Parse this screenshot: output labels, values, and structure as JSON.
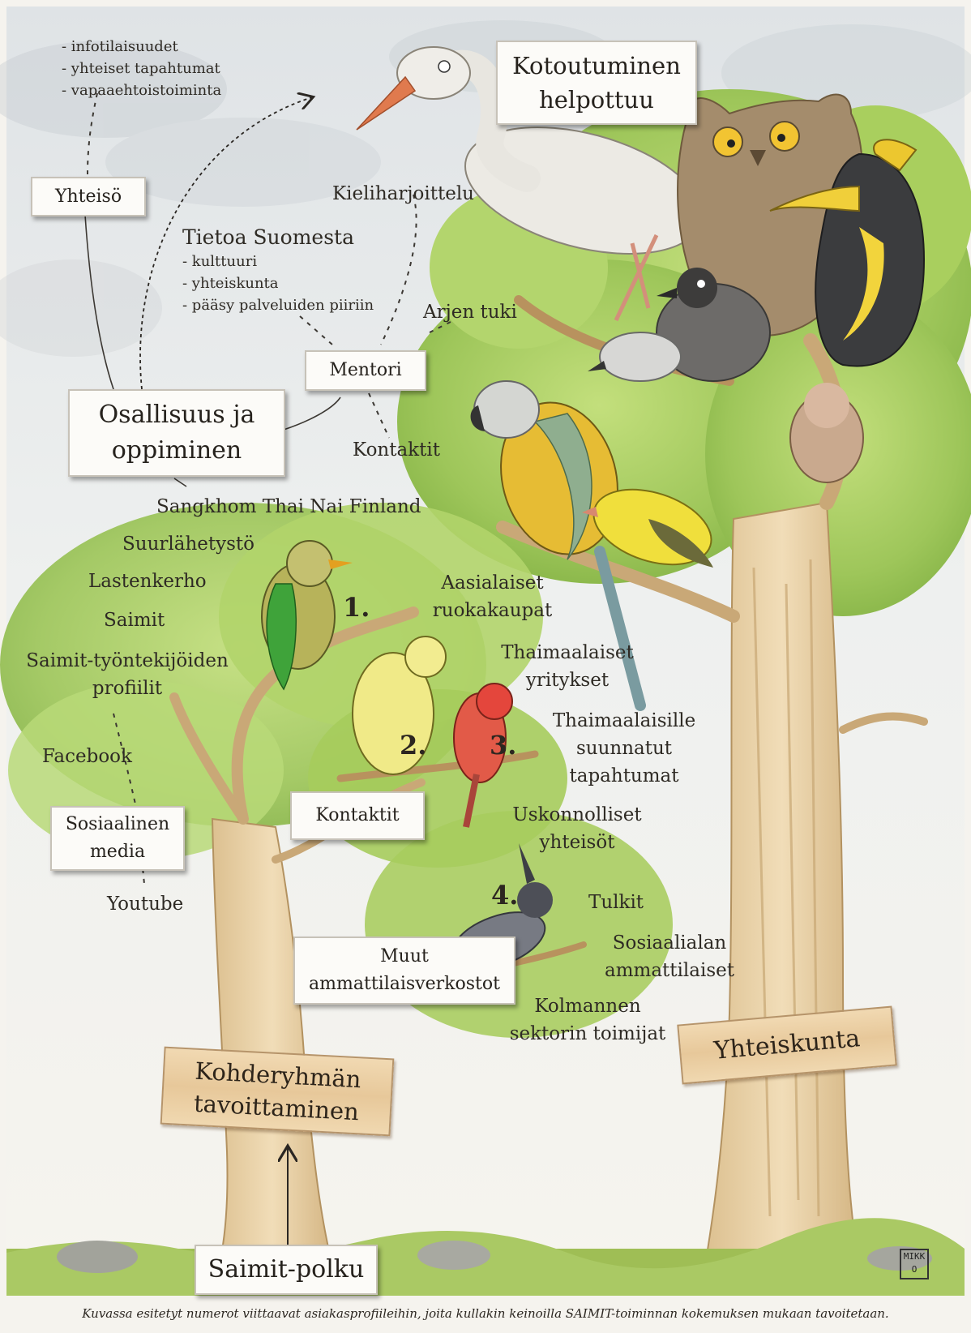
{
  "title_card": {
    "line1": "Kotoutuminen",
    "line2": "helpottuu"
  },
  "participation_card": {
    "line1": "Osallisuus ja",
    "line2": "oppiminen"
  },
  "community_card": "Yhteisö",
  "community_items": [
    "- infotilaisuudet",
    "- yhteiset tapahtumat",
    "- vapaaehtoistoiminta"
  ],
  "language_practice": "Kieliharjoittelu",
  "finland_info": {
    "heading": "Tietoa Suomesta",
    "items": [
      "- kulttuuri",
      "- yhteiskunta",
      "- pääsy palveluiden piiriin"
    ]
  },
  "everyday_support": "Arjen tuki",
  "mentor_card": "Mentori",
  "contacts_upper": "Kontaktit",
  "left_branch_items": [
    "Sangkhom Thai Nai Finland",
    "Suurlähetystö",
    "Lastenkerho",
    "Saimit"
  ],
  "profiles": {
    "line1": "Saimit-työntekijöiden",
    "line2": "profiilit"
  },
  "facebook": "Facebook",
  "social_media_card": {
    "line1": "Sosiaalinen",
    "line2": "media"
  },
  "youtube": "Youtube",
  "contacts_card": "Kontaktit",
  "other_networks_card": {
    "line1": "Muut",
    "line2": "ammattilaisverkostot"
  },
  "right_items": {
    "asian_stores": {
      "line1": "Aasialaiset",
      "line2": "ruokakaupat"
    },
    "thai_companies": {
      "line1": "Thaimaalaiset",
      "line2": "yritykset"
    },
    "thai_events": {
      "line1": "Thaimaalaisille",
      "line2": "suunnatut",
      "line3": "tapahtumat"
    },
    "religious": {
      "line1": "Uskonnolliset",
      "line2": "yhteisöt"
    },
    "interpreters": "Tulkit",
    "social_pros": {
      "line1": "Sosiaalialan",
      "line2": "ammattilaiset"
    },
    "third_sector": {
      "line1": "Kolmannen",
      "line2": "sektorin toimijat"
    }
  },
  "numbers": [
    "1.",
    "2.",
    "3.",
    "4."
  ],
  "sign_target": {
    "line1": "Kohderyhmän",
    "line2": "tavoittaminen"
  },
  "sign_society": "Yhteiskunta",
  "path_card": "Saimit-polku",
  "signature": "MIKKO",
  "caption": "Kuvassa esitetyt numerot viittaavat asiakasprofiileihin, joita kullakin keinoilla SAIMIT-toiminnan kokemuksen mukaan tavoitetaan.",
  "colors": {
    "foliage": "#a9cf5e",
    "foliage_dark": "#7fae3c",
    "bark": "#e6cfa4",
    "sign_wood": "#e7c89a",
    "card_bg": "#fcfbf8"
  }
}
